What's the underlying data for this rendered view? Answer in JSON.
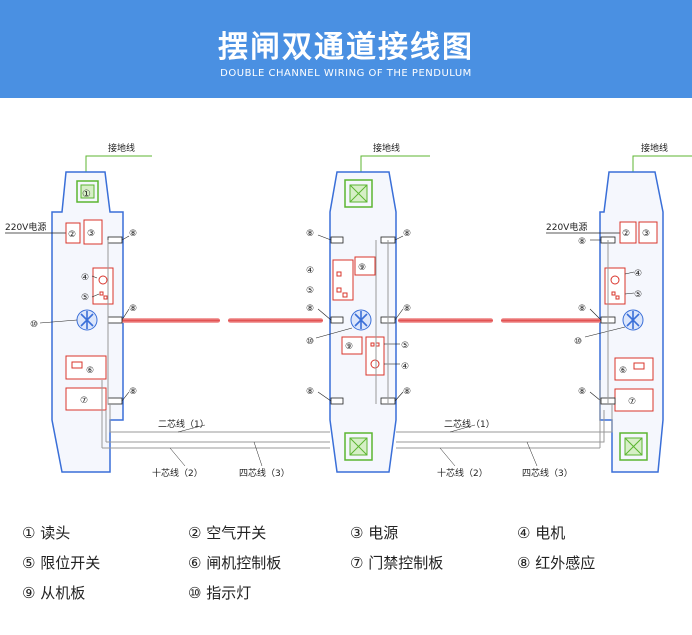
{
  "header": {
    "title": "摆闸双通道接线图",
    "subtitle": "DOUBLE CHANNEL WIRING OF THE PENDULUM"
  },
  "labels": {
    "ground": "接地线",
    "power": "220V电源",
    "two_core": "二芯线（1）",
    "ten_core": "十芯线（2）",
    "four_core": "四芯线（3）"
  },
  "markers": [
    "①",
    "②",
    "③",
    "④",
    "⑤",
    "⑥",
    "⑦",
    "⑧",
    "⑨",
    "⑩"
  ],
  "legend": [
    {
      "num": "①",
      "text": "读头"
    },
    {
      "num": "②",
      "text": "空气开关"
    },
    {
      "num": "③",
      "text": "电源"
    },
    {
      "num": "④",
      "text": "电机"
    },
    {
      "num": "⑤",
      "text": "限位开关"
    },
    {
      "num": "⑥",
      "text": "闸机控制板"
    },
    {
      "num": "⑦",
      "text": "门禁控制板"
    },
    {
      "num": "⑧",
      "text": "红外感应"
    },
    {
      "num": "⑨",
      "text": "从机板"
    },
    {
      "num": "⑩",
      "text": "指示灯"
    }
  ],
  "colors": {
    "header_bg": "#4a90e2",
    "cabinet_outline": "#3a6fd8",
    "cabinet_fill": "#f5f7fd",
    "red": "#d9342b",
    "green": "#5cb531",
    "beam": "#e05050"
  }
}
